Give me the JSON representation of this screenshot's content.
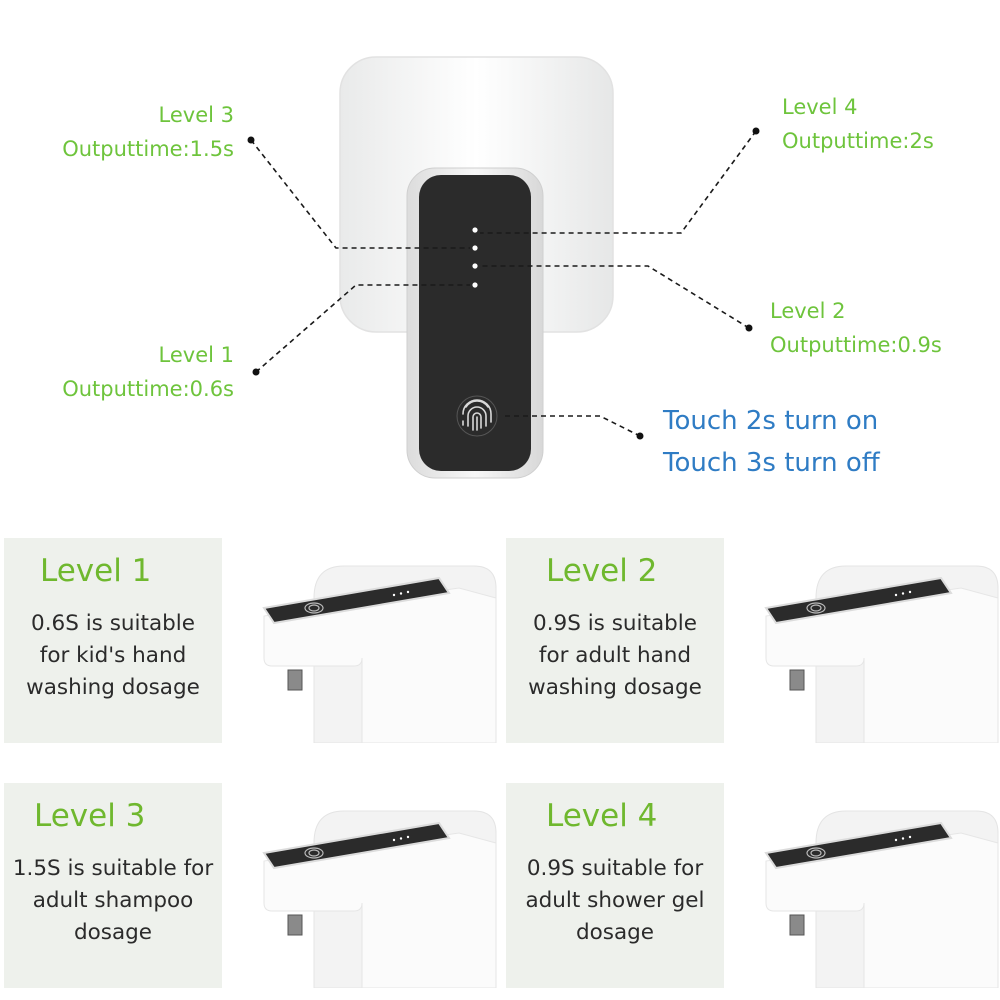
{
  "diagram": {
    "callouts": [
      {
        "level": "Level 3",
        "output": "Outputtime:1.5s"
      },
      {
        "level": "Level 4",
        "output": "Outputtime:2s"
      },
      {
        "level": "Level 2",
        "output": "Outputtime:0.9s"
      },
      {
        "level": "Level 1",
        "output": "Outputtime:0.6s"
      }
    ],
    "touch": {
      "line1": "Touch 2s turn on",
      "line2": "Touch 3s turn off"
    },
    "icons": {
      "fingerprint": "fingerprint-icon",
      "indicator": "led-indicator-icon"
    }
  },
  "cards": [
    {
      "title": "Level 1",
      "lines": [
        "0.6S is suitable",
        "for kid's hand",
        "washing dosage"
      ]
    },
    {
      "title": "Level 2",
      "lines": [
        "0.9S is suitable",
        "for adult hand",
        "washing dosage"
      ]
    },
    {
      "title": "Level 3",
      "lines": [
        "1.5S is suitable for",
        "adult shampoo",
        "dosage"
      ]
    },
    {
      "title": "Level 4",
      "lines": [
        "0.9S suitable for",
        "adult shower gel",
        "dosage"
      ]
    }
  ],
  "colors": {
    "callout_green": "#6ec43c",
    "card_title_green": "#6fb82e",
    "touch_blue": "#2f7cc4",
    "panel_black": "#2b2b2b",
    "card_background": "#eef1ec"
  }
}
